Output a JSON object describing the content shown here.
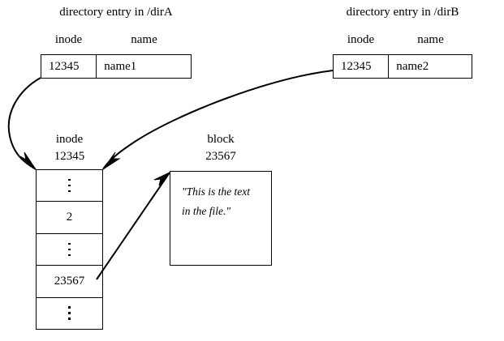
{
  "diagram": {
    "title_left": "directory entry in /dirA",
    "title_right": "directory entry in /dirB",
    "colors": {
      "line": "#000000",
      "background": "#ffffff",
      "text": "#000000"
    },
    "dir_entry_left": {
      "caption": "directory entry in /dirA",
      "headers": {
        "inode": "inode",
        "name": "name"
      },
      "inode_value": "12345",
      "name_value": "name1"
    },
    "dir_entry_right": {
      "caption": "directory entry in /dirB",
      "headers": {
        "inode": "inode",
        "name": "name"
      },
      "inode_value": "12345",
      "name_value": "name2"
    },
    "inode_block": {
      "label_line1": "inode",
      "label_line2": "12345",
      "rows": [
        {
          "type": "ellipsis",
          "value": "⋮"
        },
        {
          "type": "value",
          "value": "2"
        },
        {
          "type": "ellipsis",
          "value": "⋮"
        },
        {
          "type": "value",
          "value": "23567"
        },
        {
          "type": "ellipsis",
          "value": "⋮"
        }
      ]
    },
    "data_block": {
      "label_line1": "block",
      "label_line2": "23567",
      "text": "\"This is the text in the file.\""
    },
    "arrows": [
      {
        "name": "dirA-to-inode",
        "from": "dir_entry_left",
        "to": "inode_block"
      },
      {
        "name": "dirB-to-inode",
        "from": "dir_entry_right",
        "to": "inode_block"
      },
      {
        "name": "inode-to-block",
        "from": "inode_block_row_23567",
        "to": "data_block"
      }
    ]
  }
}
